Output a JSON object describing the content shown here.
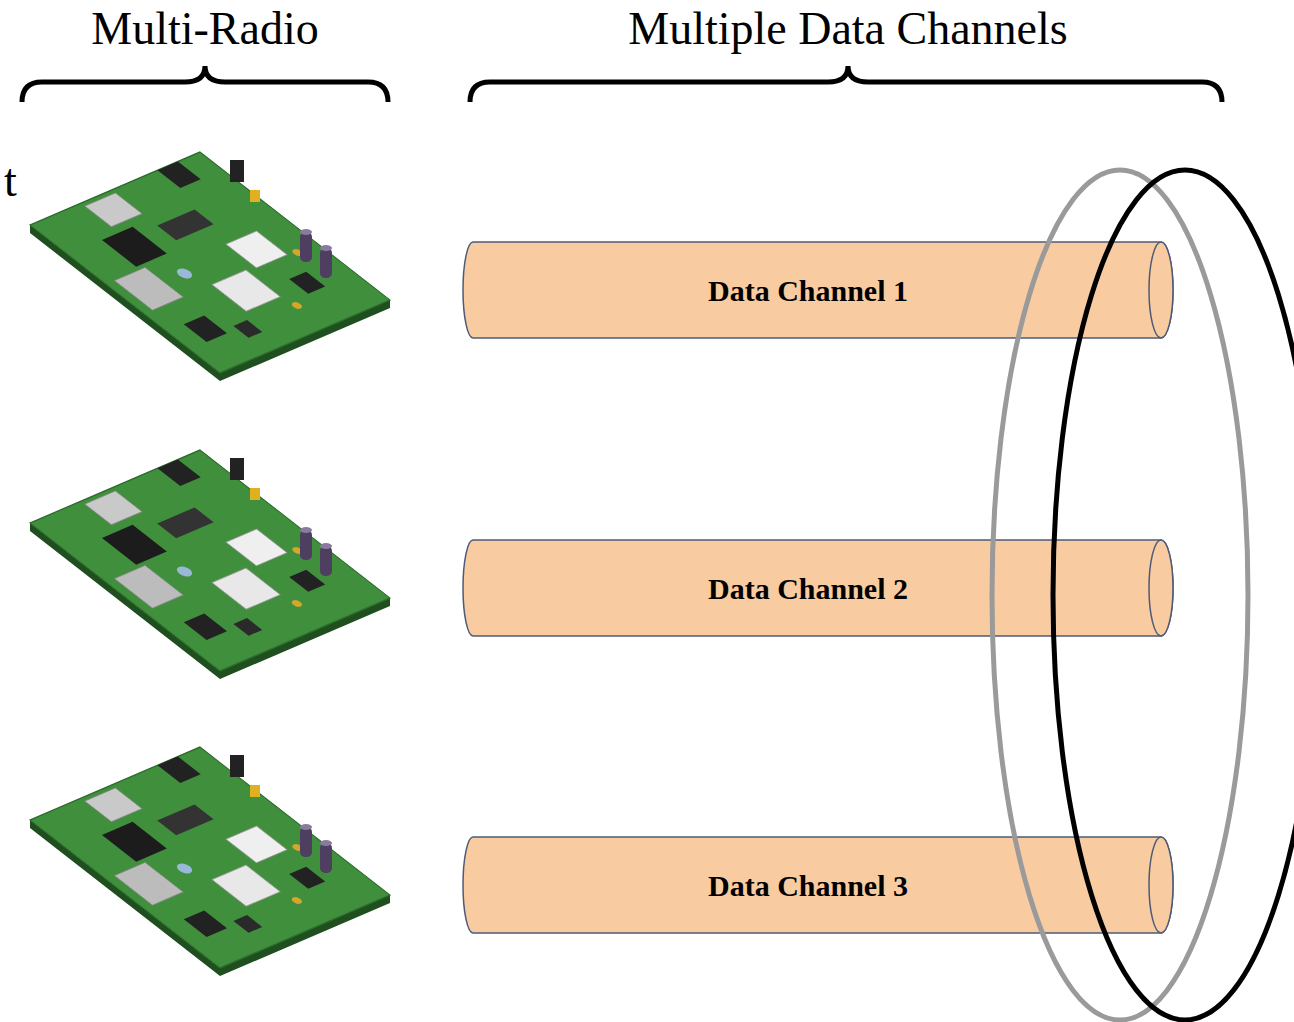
{
  "diagram": {
    "nodes": [
      {
        "text": [
          "Data Channel 1"
        ]
      },
      {
        "text": [
          "Data Channel 2"
        ]
      },
      {
        "text": [
          "Data Channel 3"
        ]
      }
    ],
    "labels": [
      "Multi-Radio",
      "Multiple Data Channels",
      "t"
    ]
  }
}
